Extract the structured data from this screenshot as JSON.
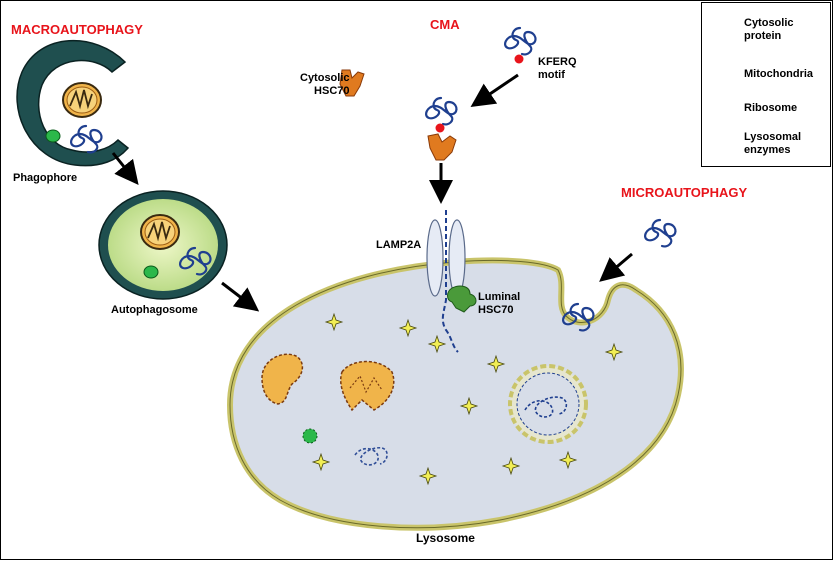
{
  "titles": {
    "macro": "MACROAUTOPHAGY",
    "cma": "CMA",
    "micro": "MICROAUTOPHAGY"
  },
  "labels": {
    "phagophore": "Phagophore",
    "autophagosome": "Autophagosome",
    "cytosolic_hsc70_line1": "Cytosolic",
    "cytosolic_hsc70_line2": "HSC70",
    "kferq_line1": "KFERQ",
    "kferq_line2": "motif",
    "lamp2a": "LAMP2A",
    "luminal_line1": "Luminal",
    "luminal_line2": "HSC70",
    "lysosome": "Lysosome"
  },
  "legend": {
    "items": [
      {
        "line1": "Cytosolic",
        "line2": "protein",
        "icon": "protein-icon"
      },
      {
        "line1": "Mitochondria",
        "line2": "",
        "icon": "mitochondria-icon"
      },
      {
        "line1": "Ribosome",
        "line2": "",
        "icon": "ribosome-icon"
      },
      {
        "line1": "Lysosomal",
        "line2": "enzymes",
        "icon": "enzyme-star-icon"
      }
    ]
  },
  "colors": {
    "title_red": "#e8141b",
    "phagophore": "#1f4f4f",
    "lysosome_fill": "#d7dde8",
    "lysosome_border": "#c9c46a",
    "protein": "#1f3f8f",
    "hsc70": "#e07a1f",
    "luminal_hsc70": "#4a9a3a",
    "ribosome": "#2bb84a",
    "enzyme": "#f2ee55",
    "mito": "#e6a33a"
  }
}
